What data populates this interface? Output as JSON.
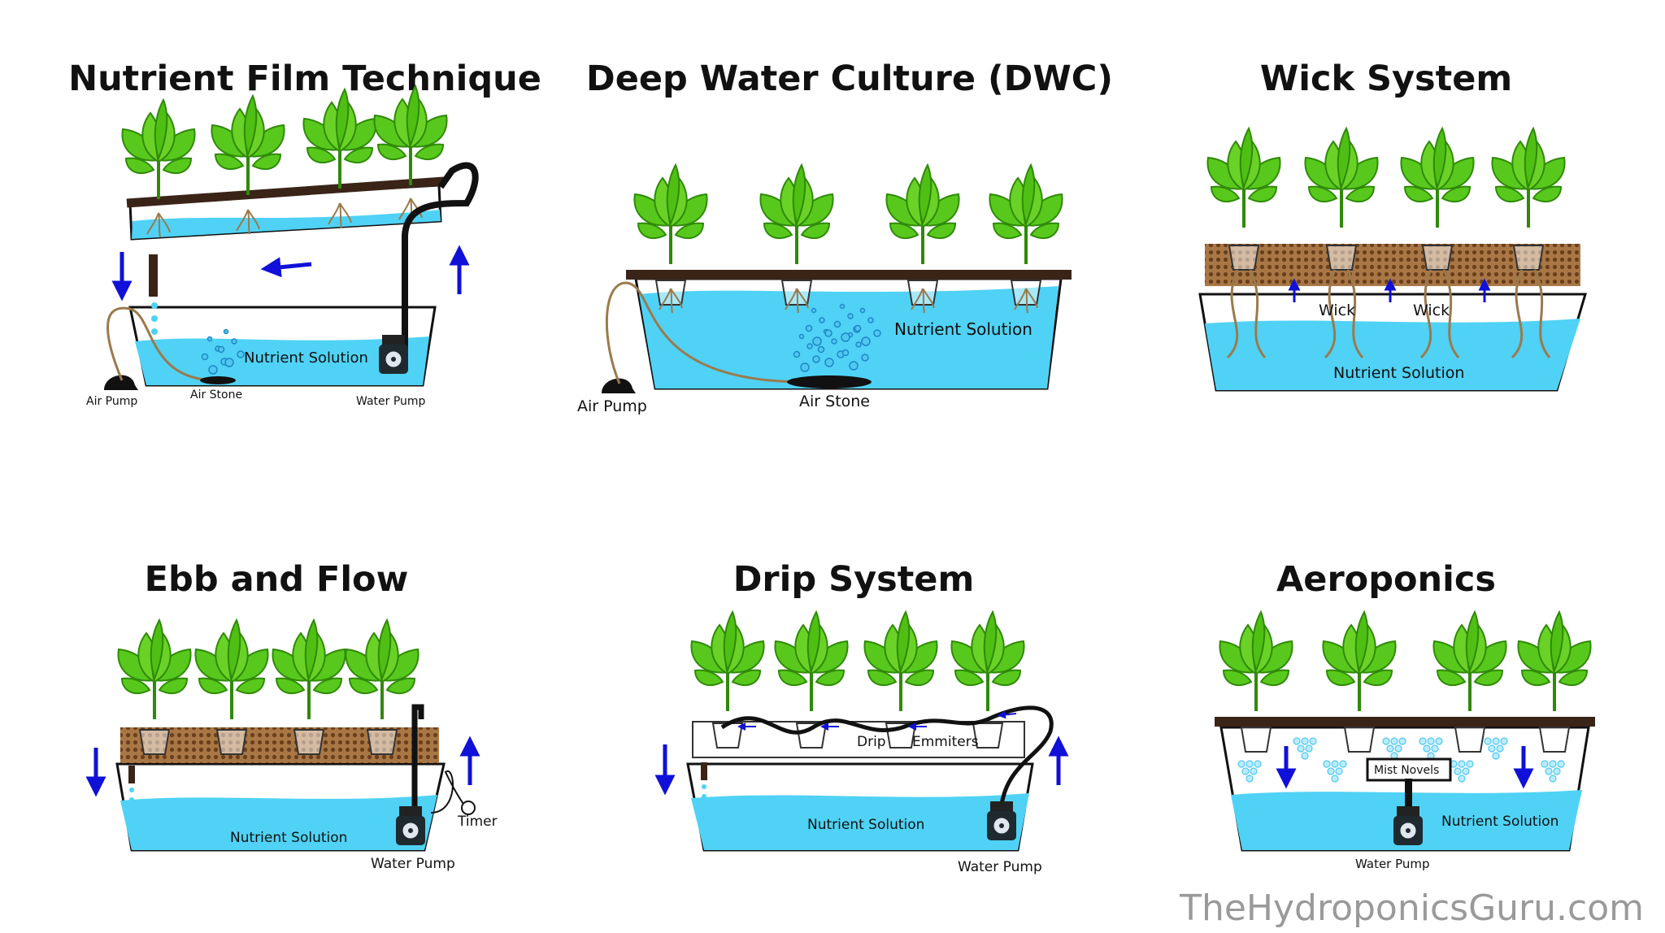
{
  "panels": {
    "nft": {
      "title": "Nutrient Film Technique",
      "labels": {
        "solution": "Nutrient Solution",
        "air_pump": "Air Pump",
        "air_stone": "Air Stone",
        "water_pump": "Water Pump"
      }
    },
    "dwc": {
      "title": "Deep Water Culture (DWC)",
      "labels": {
        "solution": "Nutrient Solution",
        "air_pump": "Air Pump",
        "air_stone": "Air Stone"
      }
    },
    "wick": {
      "title": "Wick System",
      "labels": {
        "wick_1": "Wick",
        "wick_2": "Wick",
        "solution": "Nutrient Solution"
      }
    },
    "ebb": {
      "title": "Ebb and Flow",
      "labels": {
        "solution": "Nutrient Solution",
        "timer": "Timer",
        "water_pump": "Water Pump"
      }
    },
    "drip": {
      "title": "Drip System",
      "labels": {
        "drip": "Drip",
        "emitters": "Emmiters",
        "solution": "Nutrient Solution",
        "water_pump": "Water Pump"
      }
    },
    "aero": {
      "title": "Aeroponics",
      "labels": {
        "mist": "Mist Novels",
        "solution": "Nutrient Solution",
        "water_pump": "Water Pump"
      }
    }
  },
  "watermark": "TheHydroponicsGuru.com",
  "colors": {
    "water": "#4fd2f5",
    "plant": "#58c91c",
    "plant_dark": "#2f8a08",
    "bar": "#3a2418",
    "arrow": "#1010d8",
    "media": "#9b6a3c",
    "root": "#9b7a4c"
  },
  "icons": [
    "plant-icon",
    "air-pump-icon",
    "air-stone-icon",
    "water-pump-icon",
    "timer-icon",
    "flow-arrow-icon"
  ]
}
